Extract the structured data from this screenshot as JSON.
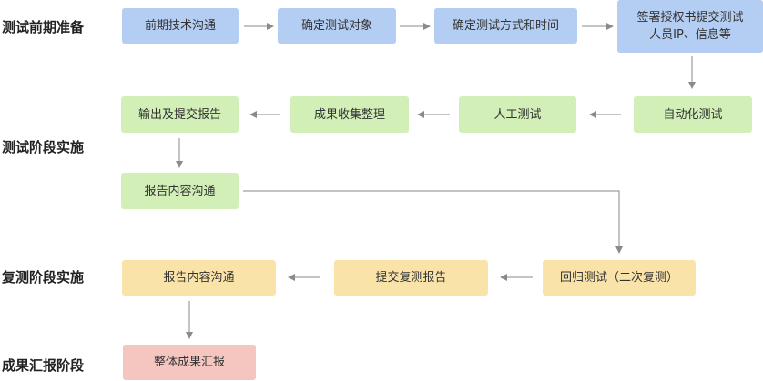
{
  "colors": {
    "blue": "#b4cdf2",
    "green": "#d1efb7",
    "yellow": "#f9e3a8",
    "pink": "#f5c6c0",
    "arrow": "#8a8a8a"
  },
  "stages": {
    "prep": "测试前期准备",
    "exec": "测试阶段实施",
    "retest": "复测阶段实施",
    "report": "成果汇报阶段"
  },
  "steps": {
    "s1": "前期技术沟通",
    "s2": "确定测试对象",
    "s3": "确定测试方式和时间",
    "s4_line1": "签署授权书提交测试",
    "s4_line2": "人员IP、信息等",
    "s5": "自动化测试",
    "s6": "人工测试",
    "s7": "成果收集整理",
    "s8": "输出及提交报告",
    "s9": "报告内容沟通",
    "s10": "回归测试（二次复测）",
    "s11": "提交复测报告",
    "s12": "报告内容沟通",
    "s13": "整体成果汇报"
  }
}
